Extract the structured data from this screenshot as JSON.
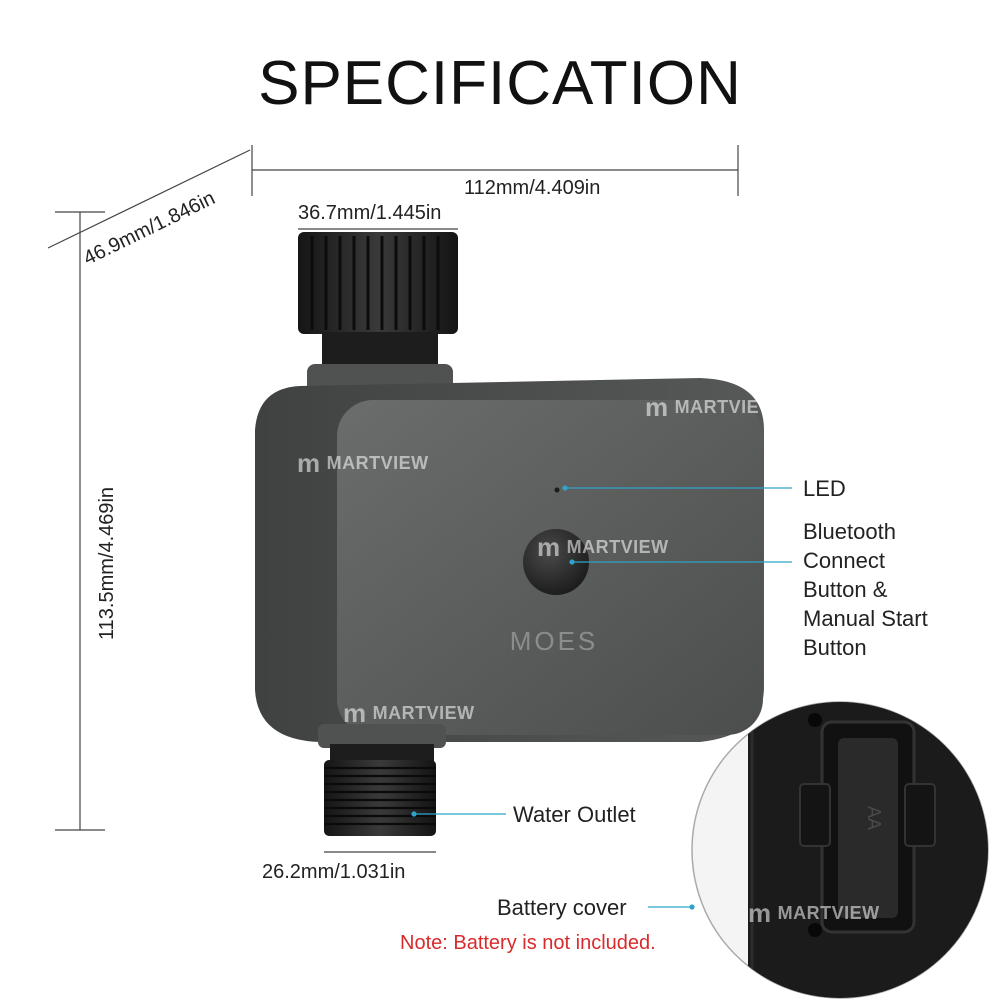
{
  "title": "SPECIFICATION",
  "dimensions": {
    "width": "112mm/4.409in",
    "depth": "46.9mm/1.846in",
    "height": "113.5mm/4.469in",
    "inlet": "36.7mm/1.445in",
    "outlet": "26.2mm/1.031in"
  },
  "labels": {
    "led": "LED",
    "button": [
      "Bluetooth",
      "Connect",
      "Button &",
      "Manual Start",
      "Button"
    ],
    "water_outlet": "Water Outlet",
    "battery_cover": "Battery cover"
  },
  "note": "Note: Battery is not included.",
  "device": {
    "brand": "MOES",
    "body_color": "#5b5e5c",
    "accent_color": "#2fa3c9"
  },
  "watermark": {
    "mark": "m",
    "text": "MARTVIEW"
  },
  "battery_cover_imprint": "AA"
}
